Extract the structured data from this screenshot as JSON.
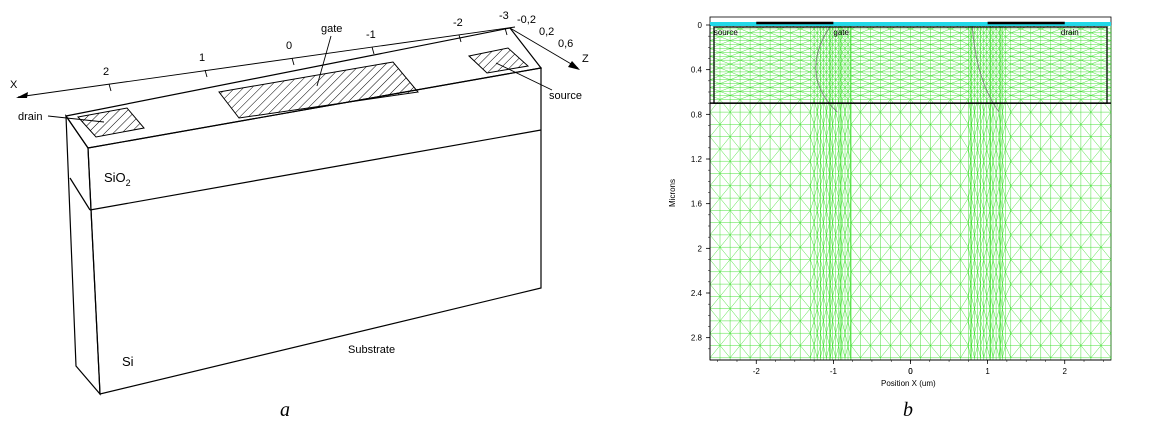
{
  "panel_a": {
    "caption": "a",
    "x_axis_label": "X",
    "z_axis_label": "Z",
    "x_ticks": [
      "2",
      "1",
      "0",
      "-1",
      "-2",
      "-3"
    ],
    "z_ticks": [
      "-0,2",
      "0,2",
      "0,6"
    ],
    "labels": {
      "gate": "gate",
      "drain": "drain",
      "source": "source",
      "oxide_main": "SiO",
      "oxide_sub": "2",
      "silicon": "Si",
      "substrate": "Substrate"
    }
  },
  "panel_b": {
    "caption": "b",
    "ylabel": "Microns",
    "xlabel": "Position X (um)",
    "x_ticks": [
      "-2",
      "-1",
      "0",
      "1",
      "2"
    ],
    "y_ticks": [
      "0",
      "0.4",
      "0.8",
      "1.2",
      "1.6",
      "2",
      "2.4",
      "2.8"
    ],
    "region_labels": [
      "source",
      "gate",
      "drain"
    ],
    "x_range": [
      -2.6,
      2.6
    ],
    "y_range": [
      0,
      3.0
    ],
    "oxide_depth": 0.7,
    "contacts": [
      {
        "name": "source",
        "x_start": -2.6,
        "x_end": -2.0
      },
      {
        "name": "gate",
        "x_start": -1.0,
        "x_end": 1.0
      },
      {
        "name": "drain",
        "x_start": 2.0,
        "x_end": 2.6
      }
    ],
    "colors": {
      "mesh": "#33dd22",
      "contact": "#22d8e8",
      "boundary": "#000000"
    }
  }
}
